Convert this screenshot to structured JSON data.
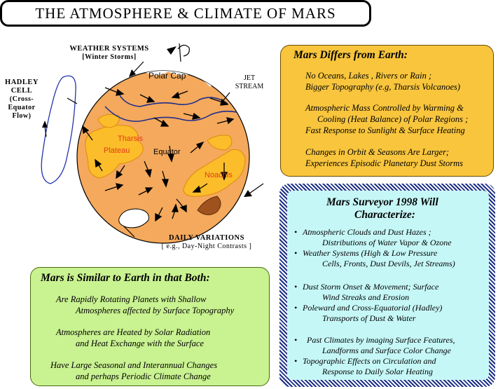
{
  "title": "THE  ATMOSPHERE & CLIMATE  OF MARS",
  "diagram": {
    "weather_systems": {
      "line1": "WEATHER  SYSTEMS",
      "line2": "[Winter Storms]"
    },
    "hadley": {
      "l1": "HADLEY",
      "l2": "CELL",
      "l3": "(Cross-",
      "l4": "Equator",
      "l5": "Flow)"
    },
    "jet_stream": {
      "l1": "JET",
      "l2": "STREAM"
    },
    "polar_cap": "Polar Cap",
    "tharsis": "Tharsis",
    "plateau": "Plateau",
    "equator": "Equator",
    "noachis": "Noachis",
    "daily_variations": {
      "line1": "DAILY VARIATIONS",
      "line2": "[ e.g., Day-Night Contrasts ]"
    },
    "colors": {
      "planet": "#f4a95c",
      "highlands": "#fbbd2a",
      "text_red": "#e23b1a",
      "jet": "#1f2d8c",
      "hadley": "#2233aa"
    }
  },
  "differs": {
    "heading": "Mars Differs from Earth:",
    "lines": [
      "No Oceans, Lakes , Rivers or Rain ;",
      "Bigger Topography  (e.g,  Tharsis Volcanoes)",
      "Atmospheric Mass Controlled by Warming &",
      "Cooling  (Heat Balance) of Polar Regions ;",
      "Fast  Response to Sunlight & Surface Heating",
      "Changes  in Orbit & Seasons Are Larger;",
      "Experiences  Episodic Planetary Dust Storms"
    ]
  },
  "similar": {
    "heading": "Mars is Similar to Earth in that Both:",
    "lines": [
      "Are Rapidly Rotating Planets with Shallow",
      "Atmospheres affected by Surface Topography",
      "Atmospheres are Heated by Solar Radiation",
      "and Heat Exchange with the Surface",
      "Have Large Seasonal  and Interannual Changes",
      "and perhaps Periodic Climate Change"
    ]
  },
  "surveyor": {
    "heading1": "Mars Surveyor 1998  Will",
    "heading2": "Characterize:",
    "bullet": "•",
    "items": [
      "Atmospheric Clouds and Dust Hazes ;",
      "Distributions of Water Vapor & Ozone",
      "Weather Systems (High & Low Pressure",
      "Cells, Fronts, Dust Devils, Jet Streams)",
      "Dust Storm Onset & Movement; Surface",
      "Wind Streaks and Erosion",
      "Poleward  and Cross-Equatorial (Hadley)",
      "Transports of Dust & Water",
      "Past Climates by imaging  Surface Features,",
      "Landforms and Surface Color Change",
      "Topographic Effects on Circulation and",
      "Response to Daily Solar Heating"
    ]
  }
}
